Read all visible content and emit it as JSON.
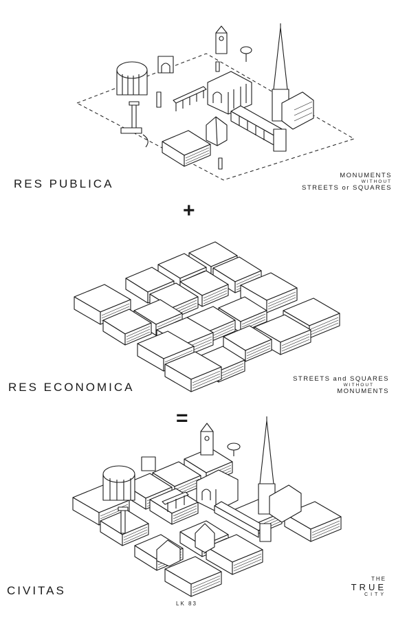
{
  "panels": {
    "res_publica": {
      "title": "RES PUBLICA",
      "note_line1": "MONUMENTS",
      "note_line2": "WITHOUT",
      "note_line3": "STREETS or SQUARES"
    },
    "res_economica": {
      "title": "RES ECONOMICA",
      "note_line1": "STREETS and SQUARES",
      "note_line2": "WITHOUT",
      "note_line3": "MONUMENTS"
    },
    "civitas": {
      "title": "CIVITAS",
      "note_line1": "THE",
      "note_line2": "TRUE",
      "note_line3": "CITY"
    }
  },
  "operators": {
    "plus": "+",
    "equals": "="
  },
  "signature": "LK 83"
}
